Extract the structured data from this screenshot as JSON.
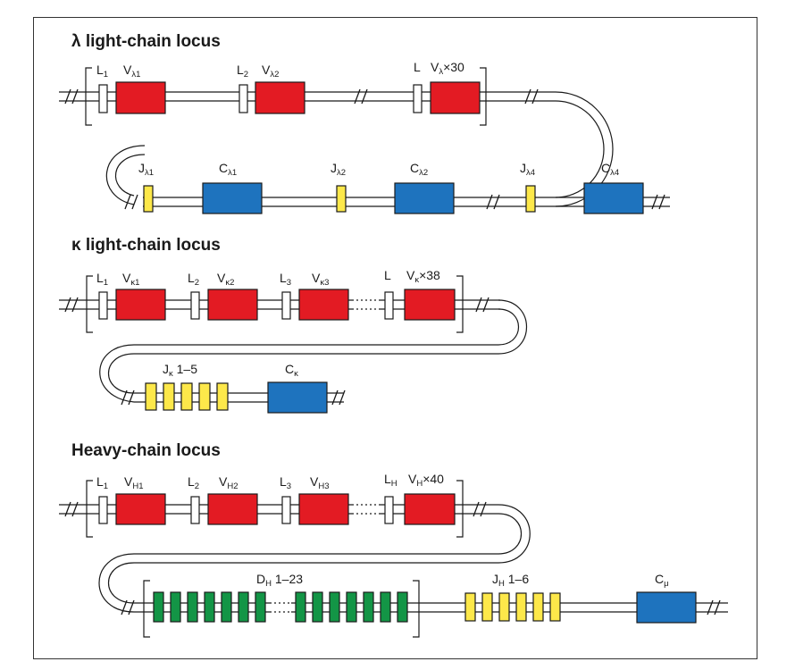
{
  "colors": {
    "v_segment": "#e31b23",
    "j_segment": "#fde84a",
    "c_segment": "#1e73be",
    "d_segment": "#139546",
    "leader": "#ffffff",
    "outline": "#1a1a1a"
  },
  "lambda": {
    "title": "λ light-chain locus",
    "L": "L",
    "V": "V",
    "lam": "λ",
    "one": "1",
    "two": "2",
    "four": "4",
    "times30": "×30",
    "J": "J",
    "C": "C"
  },
  "kappa": {
    "title": "κ light-chain locus",
    "L": "L",
    "V": "V",
    "kap": "κ",
    "one": "1",
    "two": "2",
    "three": "3",
    "times38": "×38",
    "J": "J",
    "J_range": " 1–5",
    "C": "C"
  },
  "heavy": {
    "title": "Heavy-chain locus",
    "L": "L",
    "V": "V",
    "H": "H",
    "one": "1",
    "two": "2",
    "three": "3",
    "times40": "×40",
    "D": "D",
    "D_range": " 1–23",
    "J": "J",
    "J_range": " 1–6",
    "C": "C",
    "mu": "μ"
  }
}
